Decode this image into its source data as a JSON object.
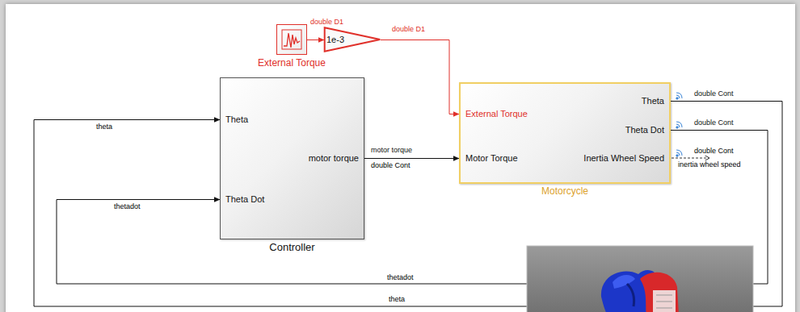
{
  "diagram": {
    "nodes": [
      {
        "text": [
          "External Torque"
        ]
      },
      {
        "text": [
          "1e-3"
        ]
      },
      {
        "text": [
          "Theta",
          "Theta Dot",
          "motor torque",
          "Controller"
        ]
      },
      {
        "text": [
          "External Torque",
          "Motor Torque",
          "Theta",
          "Theta Dot",
          "Inertia Wheel Speed",
          "Motorcycle"
        ]
      }
    ],
    "edges": [
      {
        "from": 0,
        "to": 1,
        "arrow": "to",
        "label": "double D1"
      },
      {
        "from": 1,
        "to": 3,
        "arrow": "to",
        "label": "double D1"
      },
      {
        "from": 2,
        "to": 3,
        "arrow": "to",
        "label": "motor torque"
      },
      {
        "from": 3,
        "to": 2,
        "arrow": "to",
        "label": "double Cont"
      },
      {
        "from": 3,
        "to": 2,
        "arrow": "to",
        "label": "double Cont"
      }
    ],
    "labels": [
      "double Cont",
      "double Cont",
      "inertia wheel speed",
      "theta",
      "thetadot",
      "thetadot",
      "theta"
    ]
  }
}
